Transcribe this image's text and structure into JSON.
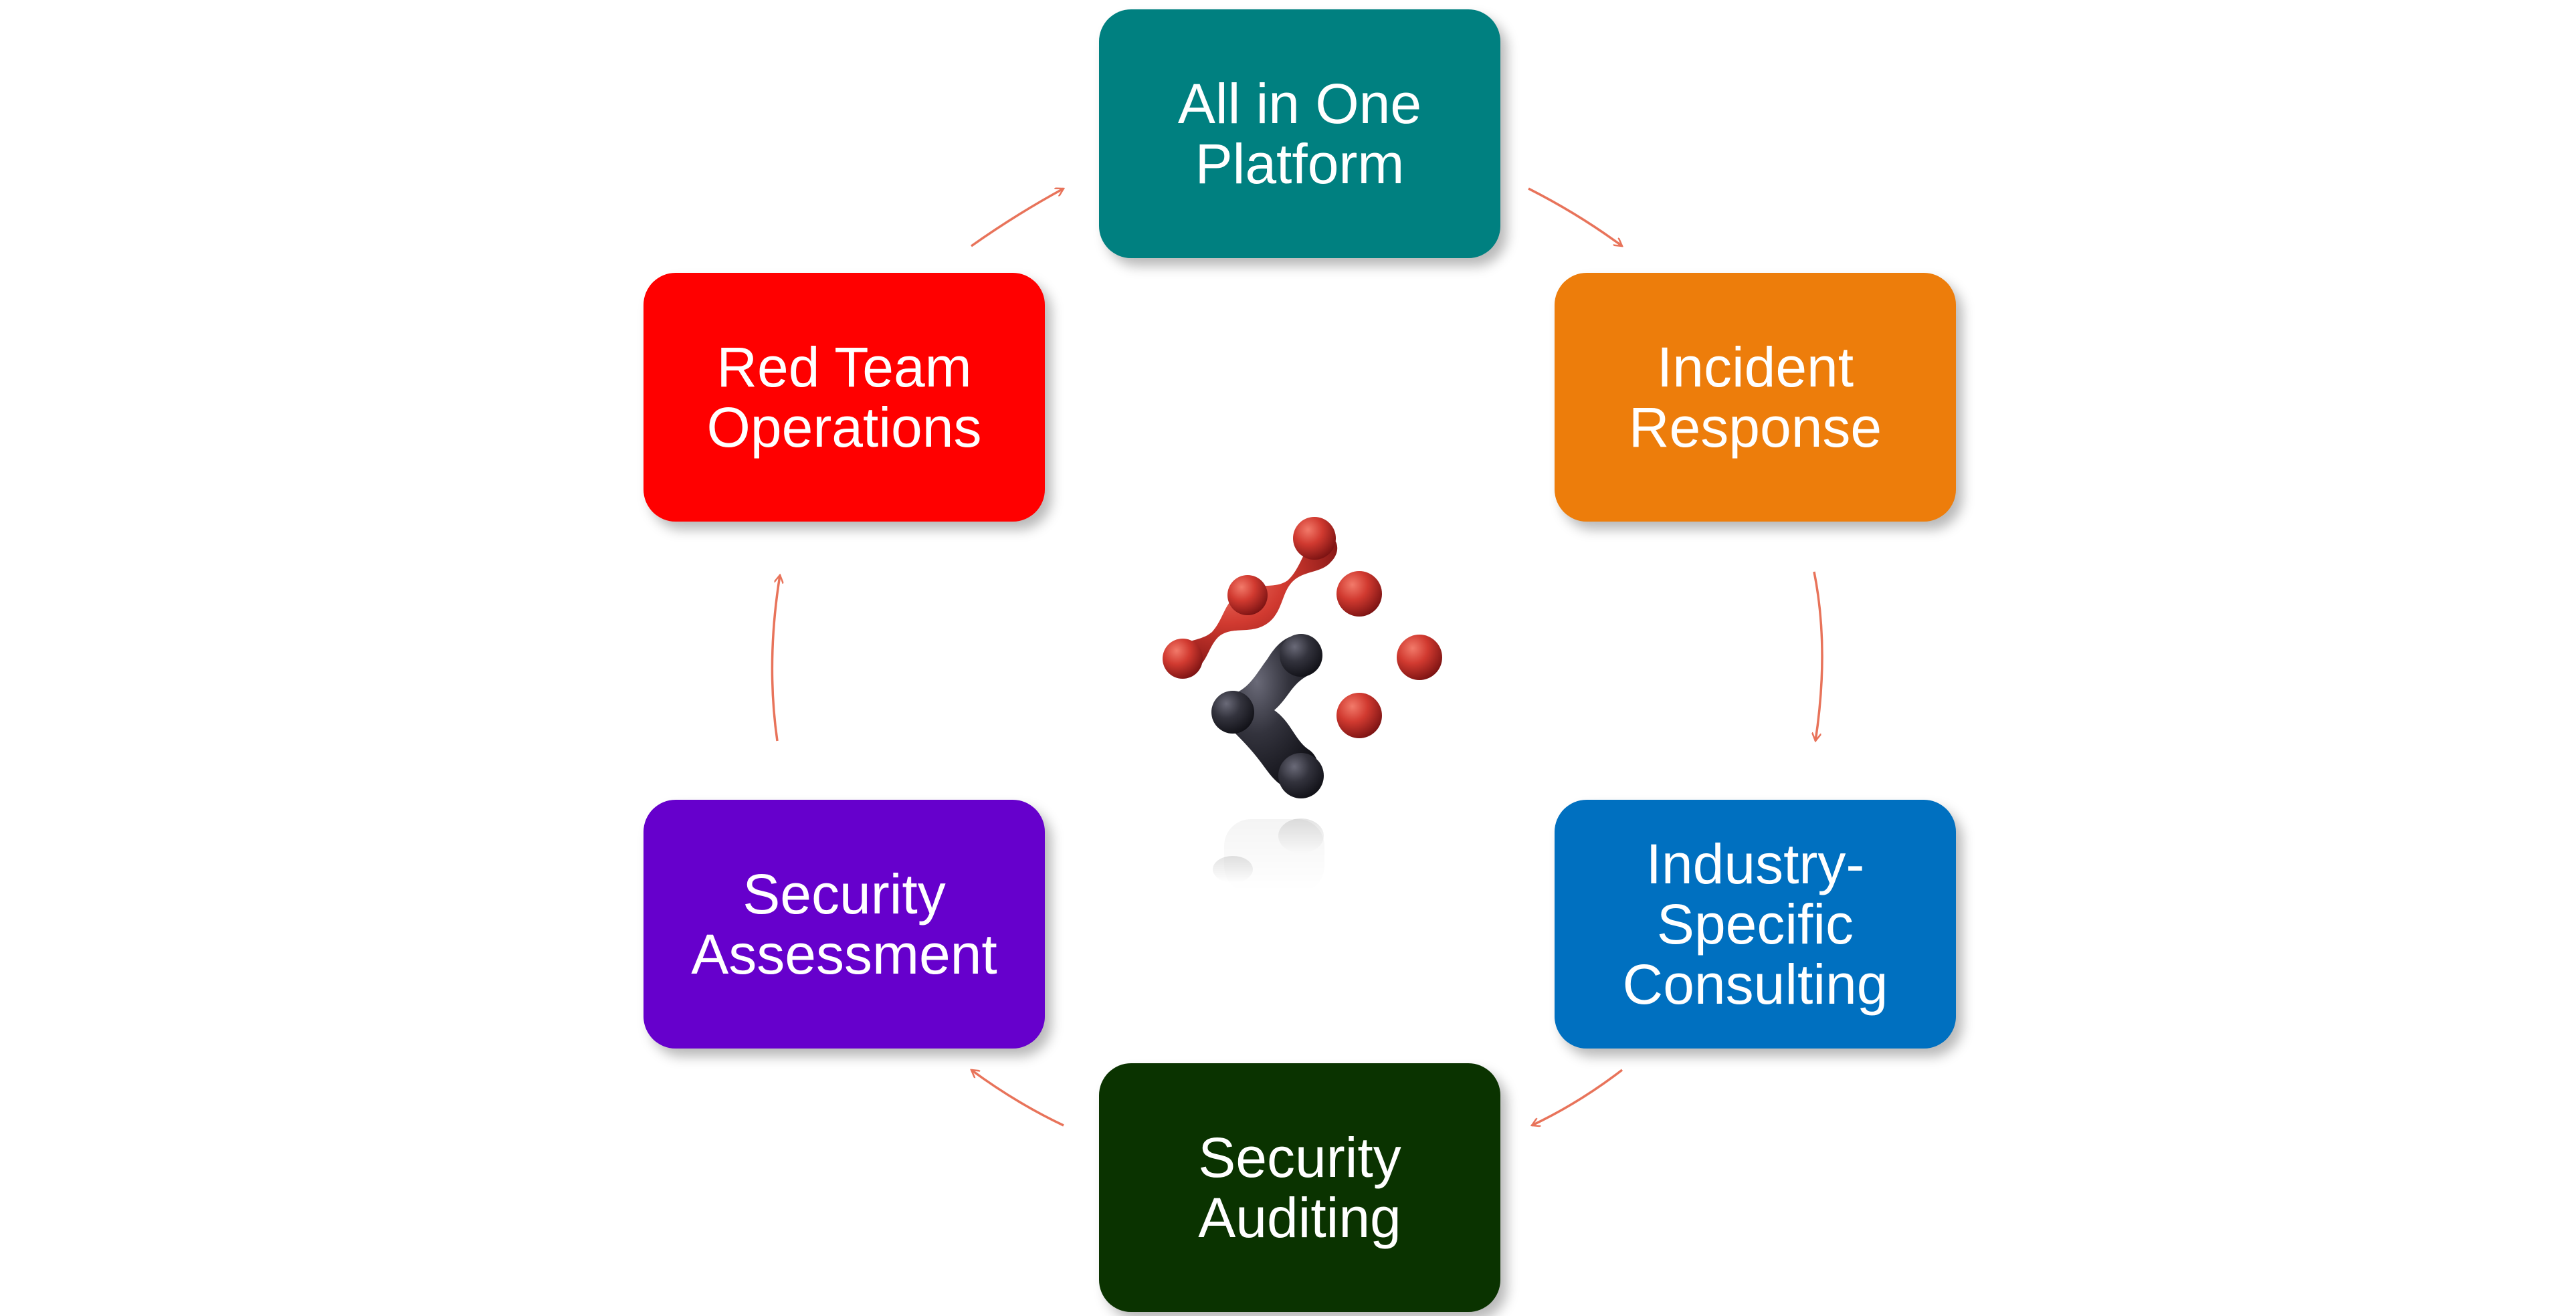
{
  "diagram": {
    "nodes": [
      {
        "label": "All in One\nPlatform",
        "color": "#008080"
      },
      {
        "label": "Incident\nResponse",
        "color": "#ED7D0B"
      },
      {
        "label": "Industry-\nSpecific\nConsulting",
        "color": "#0070C0"
      },
      {
        "label": "Security\nAuditing",
        "color": "#0A3300"
      },
      {
        "label": "Security\nAssessment",
        "color": "#6600CC"
      },
      {
        "label": "Red Team\nOperations",
        "color": "#FF0000"
      }
    ],
    "arrow_color": "#E8735A",
    "cycle": "clockwise"
  },
  "logo": {
    "name": "molecule-logo",
    "primary_color": "#C8282A",
    "secondary_color": "#2A2A33"
  }
}
